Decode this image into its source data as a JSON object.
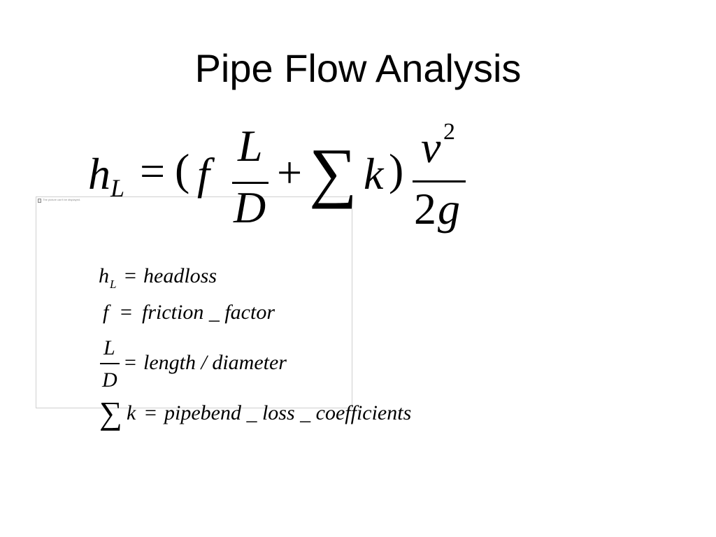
{
  "slide": {
    "title": "Pipe Flow Analysis"
  },
  "placeholder": {
    "text": "The picture can't be displayed."
  },
  "equation": {
    "lhs_symbol": "h",
    "lhs_subscript": "L",
    "equals": "=",
    "open_paren": "(",
    "f": "f",
    "frac_num": "L",
    "frac_den": "D",
    "plus": "+",
    "sum": "∑",
    "k": "k",
    "close_paren": ")",
    "v": "v",
    "v_exp": "2",
    "den_two": "2",
    "den_g": "g"
  },
  "definitions": {
    "row1": {
      "symbol": "h",
      "subscript": "L",
      "equals": "=",
      "text": "headloss"
    },
    "row2": {
      "symbol": "f",
      "equals": "=",
      "text": "friction _ factor"
    },
    "row3": {
      "num": "L",
      "den": "D",
      "equals": "=",
      "text": "length / diameter"
    },
    "row4": {
      "sum": "∑",
      "symbol": "k",
      "equals": "=",
      "text": "pipebend _ loss _ coefficients"
    }
  }
}
